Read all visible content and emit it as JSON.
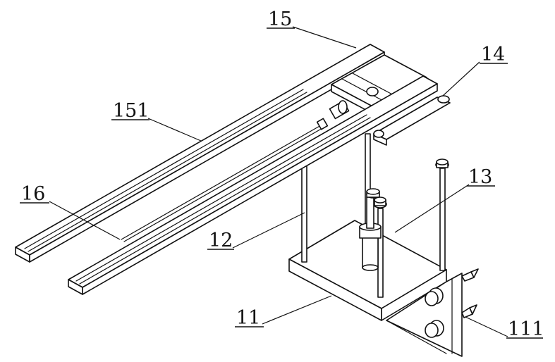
{
  "diagram": {
    "labels": {
      "l15": "15",
      "l14": "14",
      "l151": "151",
      "l16": "16",
      "l13": "13",
      "l12": "12",
      "l11": "11",
      "l111": "111"
    }
  }
}
